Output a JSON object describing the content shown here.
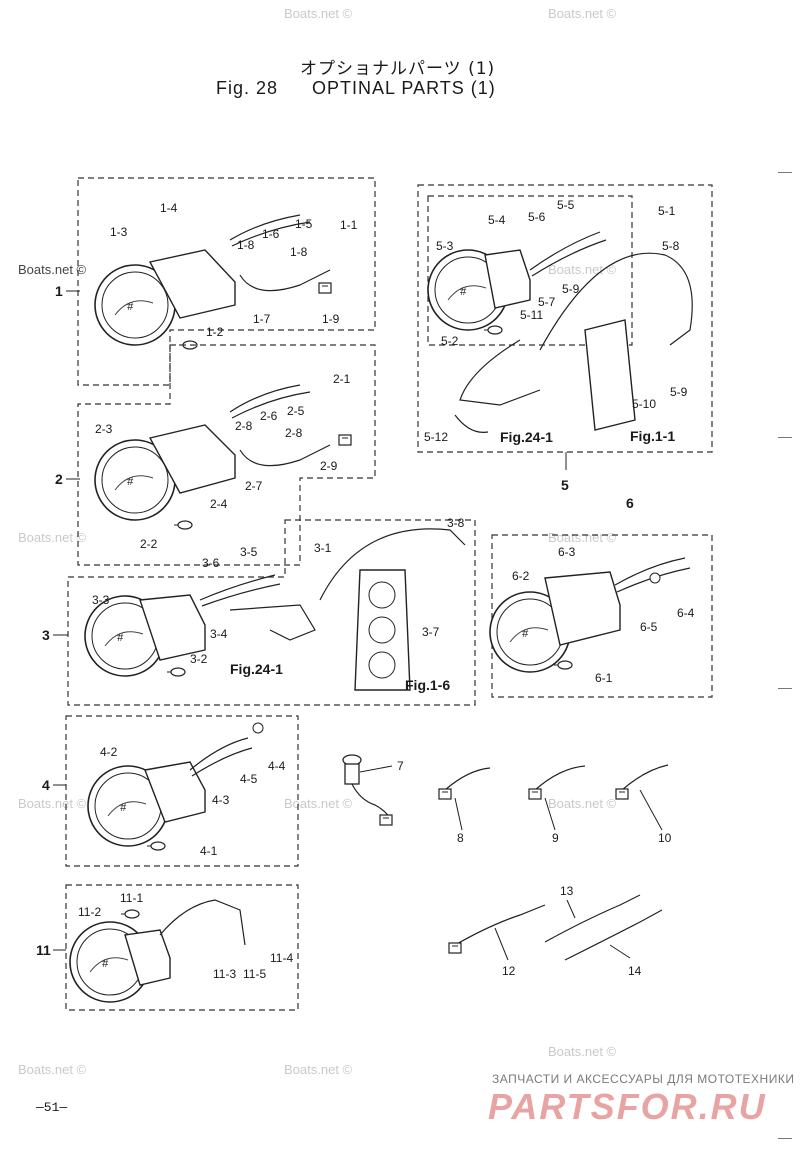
{
  "header": {
    "title_jp": "オプショナルパーツ (1)",
    "fig_label": "Fig. 28",
    "title_en": "OPTINAL PARTS (1)"
  },
  "page_number": "—51—",
  "brand": {
    "top_line": "ЗАПЧАСТИ И АКСЕССУАРЫ ДЛЯ МОТОТЕХНИКИ",
    "main": "PARTSFOR.RU"
  },
  "watermark": "Boats.net ©",
  "sections": {
    "s1": {
      "num": "1",
      "labels": [
        "1-1",
        "1-2",
        "1-3",
        "1-4",
        "1-5",
        "1-6",
        "1-7",
        "1-8",
        "1-8",
        "1-9"
      ]
    },
    "s2": {
      "num": "2",
      "labels": [
        "2-1",
        "2-2",
        "2-3",
        "2-4",
        "2-5",
        "2-6",
        "2-7",
        "2-8",
        "2-8",
        "2-9"
      ]
    },
    "s3": {
      "num": "3",
      "labels": [
        "3-1",
        "3-2",
        "3-3",
        "3-4",
        "3-5",
        "3-6",
        "3-7",
        "3-8"
      ],
      "ref_a": "Fig.24-1",
      "ref_b": "Fig.1-6"
    },
    "s4": {
      "num": "4",
      "labels": [
        "4-1",
        "4-2",
        "4-3",
        "4-4",
        "4-5"
      ]
    },
    "s5": {
      "num": "5",
      "labels": [
        "5-1",
        "5-2",
        "5-3",
        "5-4",
        "5-5",
        "5-6",
        "5-7",
        "5-8",
        "5-9",
        "5-9",
        "5-10",
        "5-11",
        "5-12"
      ],
      "ref_a": "Fig.24-1",
      "ref_b": "Fig.1-1"
    },
    "s6": {
      "num": "6",
      "labels": [
        "6-1",
        "6-2",
        "6-3",
        "6-4",
        "6-5"
      ]
    },
    "s11": {
      "num": "11",
      "labels": [
        "11-1",
        "11-2",
        "11-3",
        "11-4",
        "11-5"
      ]
    },
    "singles": [
      "7",
      "8",
      "9",
      "10",
      "12",
      "13",
      "14"
    ]
  }
}
